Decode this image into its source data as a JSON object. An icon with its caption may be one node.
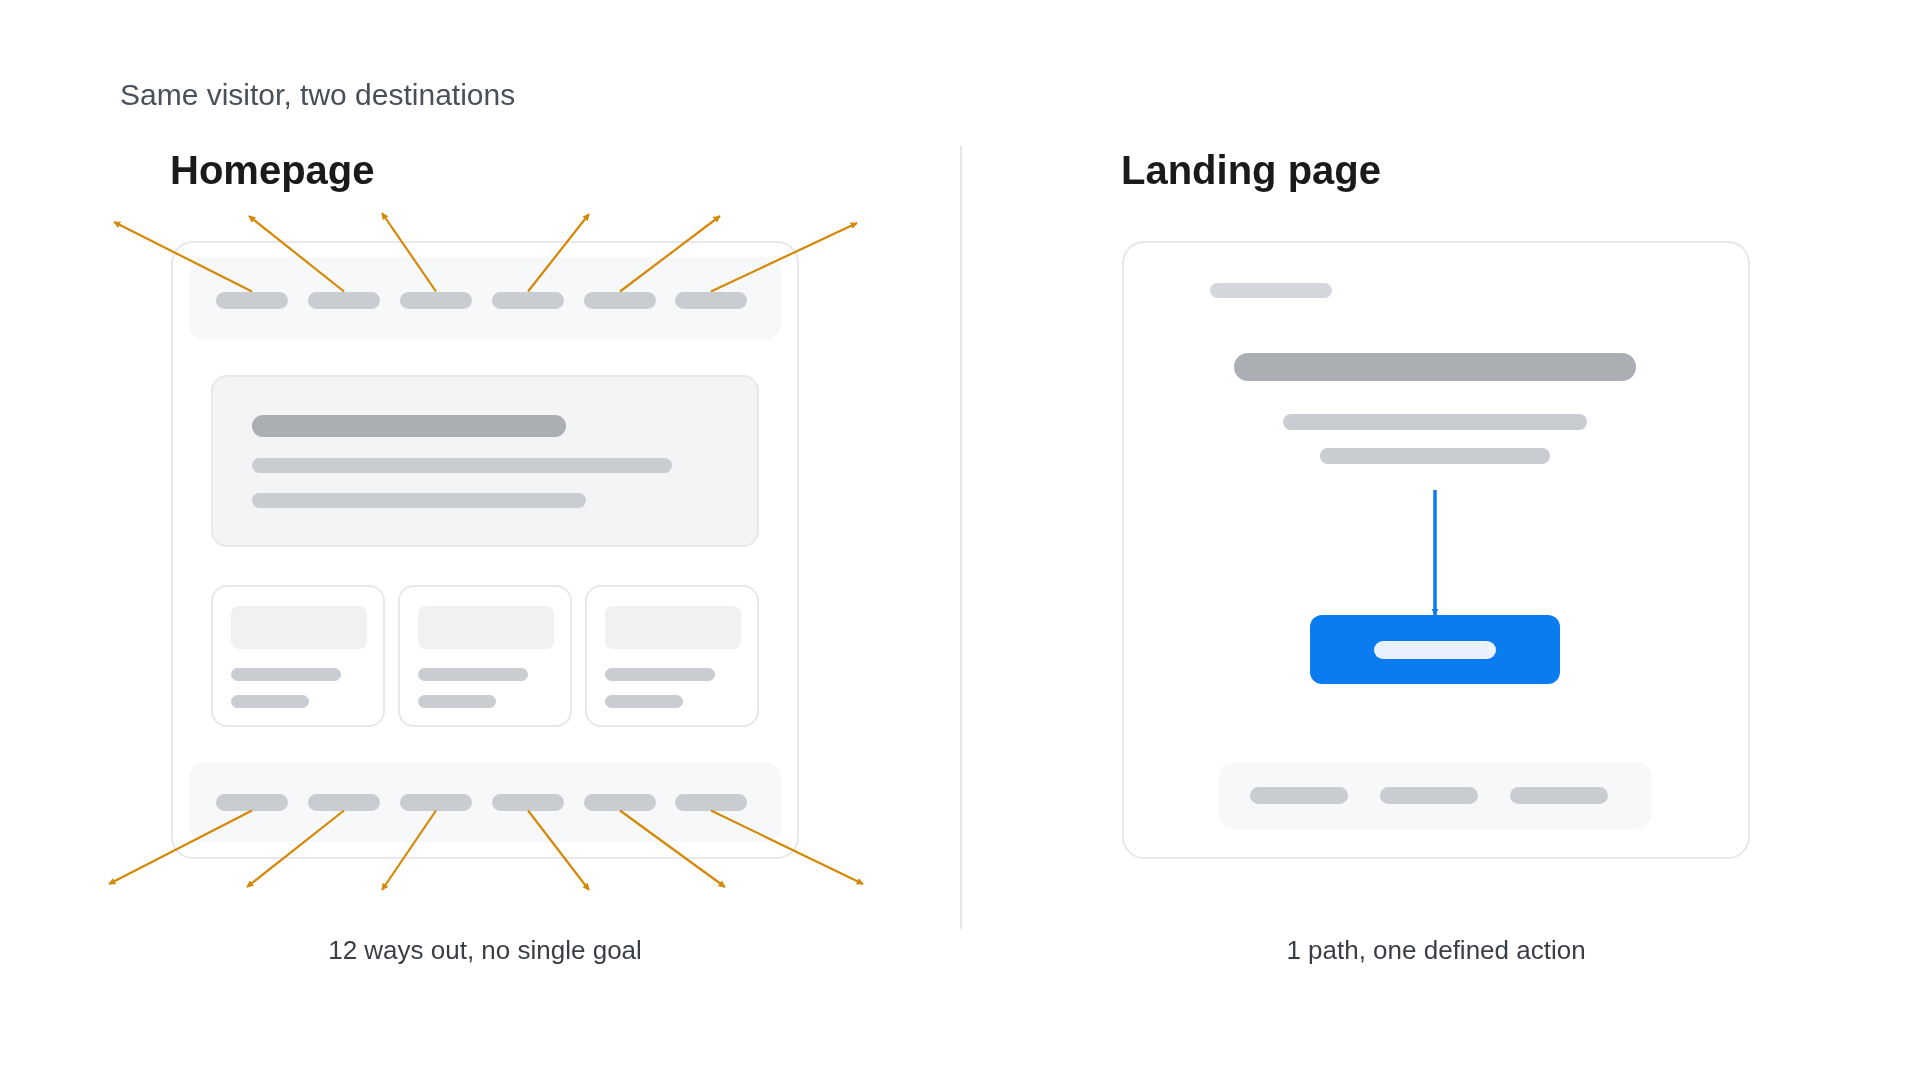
{
  "diagram": {
    "title": "Same visitor, two destinations",
    "nodes": [
      {
        "text": [
          "Homepage"
        ],
        "beside": [
          "12 ways out, no single goal"
        ]
      },
      {
        "text": [],
        "shape": "bar",
        "in": 0
      },
      {
        "text": [],
        "shape": "bar",
        "in": 0
      },
      {
        "text": [],
        "shape": "bar",
        "in": 0
      },
      {
        "text": [],
        "shape": "bar",
        "in": 0
      },
      {
        "text": [],
        "shape": "bar",
        "in": 0
      },
      {
        "text": [],
        "shape": "bar",
        "in": 0
      },
      {
        "text": [],
        "shape": "bar",
        "in": 0
      },
      {
        "text": [],
        "shape": "bar",
        "in": 0
      },
      {
        "text": [],
        "shape": "bar",
        "in": 0
      },
      {
        "text": [],
        "shape": "bar",
        "in": 0
      },
      {
        "text": [],
        "shape": "bar",
        "in": 0
      },
      {
        "text": [],
        "shape": "bar",
        "in": 0
      },
      {
        "text": [
          "Landing page"
        ],
        "beside": [
          "1 path, one defined action"
        ]
      },
      {
        "text": [],
        "shape": "button",
        "in": 13
      }
    ],
    "edges": [
      {
        "from": 1,
        "to": null,
        "arrow": "to",
        "color": "#d48806"
      },
      {
        "from": 2,
        "to": null,
        "arrow": "to",
        "color": "#d48806"
      },
      {
        "from": 3,
        "to": null,
        "arrow": "to",
        "color": "#d48806"
      },
      {
        "from": 4,
        "to": null,
        "arrow": "to",
        "color": "#d48806"
      },
      {
        "from": 5,
        "to": null,
        "arrow": "to",
        "color": "#d48806"
      },
      {
        "from": 6,
        "to": null,
        "arrow": "to",
        "color": "#d48806"
      },
      {
        "from": 7,
        "to": null,
        "arrow": "to",
        "color": "#d48806"
      },
      {
        "from": 8,
        "to": null,
        "arrow": "to",
        "color": "#d48806"
      },
      {
        "from": 9,
        "to": null,
        "arrow": "to",
        "color": "#d48806"
      },
      {
        "from": 10,
        "to": null,
        "arrow": "to",
        "color": "#d48806"
      },
      {
        "from": 11,
        "to": null,
        "arrow": "to",
        "color": "#d48806"
      },
      {
        "from": 12,
        "to": null,
        "arrow": "to",
        "color": "#d48806"
      },
      {
        "from": null,
        "to": 14,
        "arrow": "to",
        "color": "#0a7cf0"
      }
    ]
  }
}
